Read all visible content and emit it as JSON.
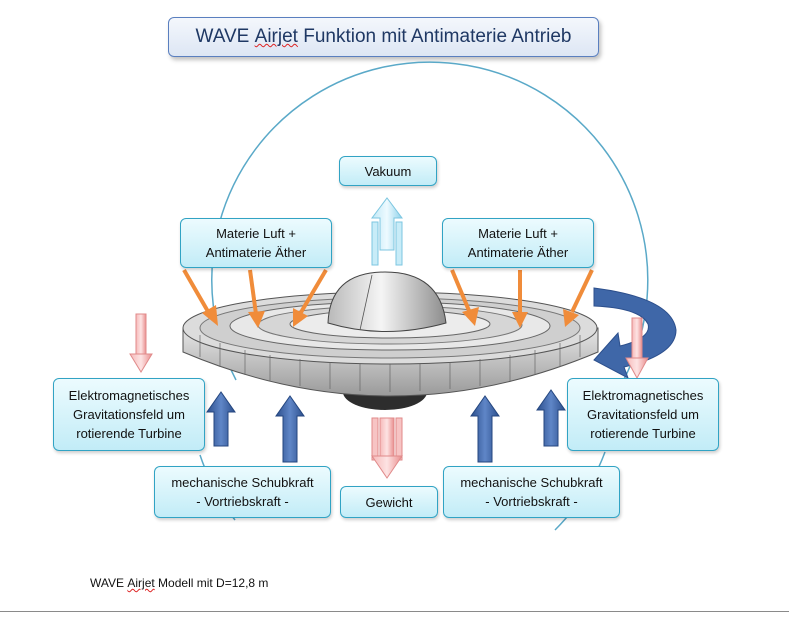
{
  "title": {
    "prefix": "WAVE",
    "brand": "Airjet",
    "rest": "Funktion mit Antimaterie  Antrieb"
  },
  "labels": {
    "vakuum": "Vakuum",
    "gewicht": "Gewicht",
    "materie_left": [
      "Materie Luft    +",
      "Antimaterie Äther"
    ],
    "materie_right": [
      "Materie Luft    +",
      "Antimaterie Äther"
    ],
    "feld_left": [
      "Elektromagnetisches",
      "Gravitationsfeld um",
      "rotierende Turbine"
    ],
    "feld_right": [
      "Elektromagnetisches",
      "Gravitationsfeld um",
      "rotierende Turbine"
    ],
    "schub_left": [
      "mechanische  Schubkraft",
      "- Vortriebskraft -"
    ],
    "schub_right": [
      "mechanische  Schubkraft",
      "- Vortriebskraft -"
    ]
  },
  "caption": {
    "prefix": "WAVE",
    "brand": "Airjet",
    "rest": "Modell mit D=12,8 m"
  },
  "colors": {
    "orbit": "#5aa9c8",
    "suction_arrow": "#f08c3a",
    "thrust_arrow": "#3a5f9e",
    "weight_arrow": "#f3a6a6",
    "vacuum_arrow": "#a8dcef",
    "rotation_arrow": "#3f67a8"
  }
}
